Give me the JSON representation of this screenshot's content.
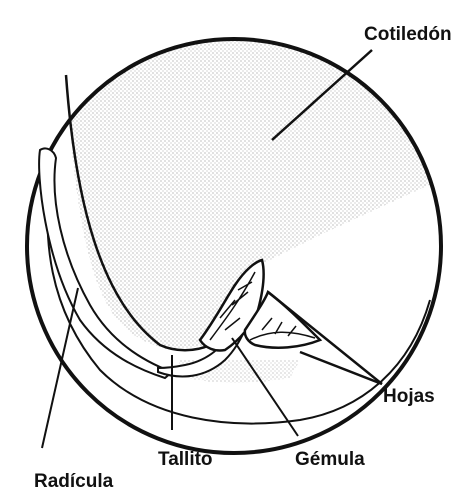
{
  "diagram": {
    "labels": {
      "cotiledon": "Cotiledón",
      "hojas": "Hojas",
      "gemula": "Gémula",
      "tallito": "Tallito",
      "radicula": "Radícula"
    }
  }
}
